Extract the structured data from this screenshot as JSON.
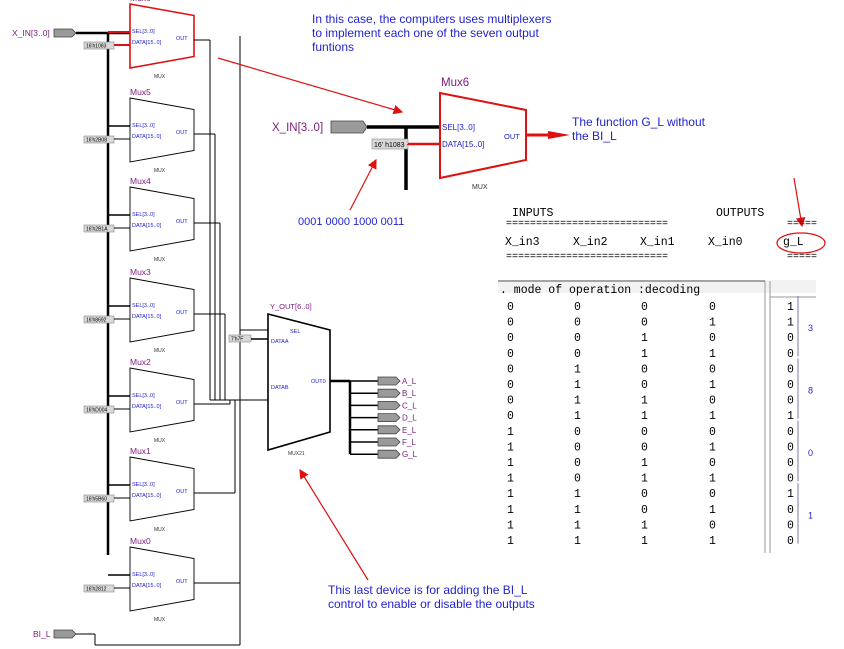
{
  "left_schematic": {
    "input_label": "X_IN[3..0]",
    "bi_label": "BI_L",
    "mux_type_label": "MUX",
    "sel_port": "SEL[3..0]",
    "data_port": "DATA[15..0]",
    "out_port": "OUT",
    "muxes": [
      {
        "name": "Mux6",
        "constant": "16'h1083"
      },
      {
        "name": "Mux5",
        "constant": "16'h2B08"
      },
      {
        "name": "Mux4",
        "constant": "16'h2B1A"
      },
      {
        "name": "Mux3",
        "constant": "16'h8692"
      },
      {
        "name": "Mux2",
        "constant": "16'hD004"
      },
      {
        "name": "Mux1",
        "constant": "16'h5B60"
      },
      {
        "name": "Mux0",
        "constant": "16'h2812"
      }
    ],
    "mux21": {
      "name": "MUX21",
      "bus_label": "Y_OUT[6..0]",
      "sel": "SEL",
      "dataa": "DATAA",
      "datab": "DATAB",
      "out": "OUT0",
      "constant": "7'h7F"
    },
    "outputs": [
      "A_L",
      "B_L",
      "C_L",
      "D_L",
      "E_L",
      "F_L",
      "G_L"
    ]
  },
  "zoom": {
    "name": "Mux6",
    "input_label": "X_IN[3..0]",
    "sel_port": "SEL[3..0]",
    "data_port": "DATA[15..0]",
    "out_port": "OUT",
    "type_label": "MUX",
    "constant": "16' h1083 --",
    "binary_note": "0001 0000 1000 0011",
    "function_note": "The function G_L without the BI_L"
  },
  "annotations": {
    "top_note": "In this case, the computers uses multiplexers to implement each one of the seven output funtions",
    "bottom_note": "This last device is for adding the BI_L control to enable or disable the outputs"
  },
  "truth_table": {
    "inputs_header": "INPUTS",
    "outputs_header": "OUTPUTS",
    "eq_line_inputs": "===========================",
    "eq_line_outputs": "=====",
    "columns": [
      "X_in3",
      "X_in2",
      "X_in1",
      "X_in0",
      "g_L"
    ],
    "mode_line": ". mode of operation :decoding",
    "rows": [
      [
        "0",
        "0",
        "0",
        "0",
        "1"
      ],
      [
        "0",
        "0",
        "0",
        "1",
        "1"
      ],
      [
        "0",
        "0",
        "1",
        "0",
        "0"
      ],
      [
        "0",
        "0",
        "1",
        "1",
        "0"
      ],
      [
        "0",
        "1",
        "0",
        "0",
        "0"
      ],
      [
        "0",
        "1",
        "0",
        "1",
        "0"
      ],
      [
        "0",
        "1",
        "1",
        "0",
        "0"
      ],
      [
        "0",
        "1",
        "1",
        "1",
        "1"
      ],
      [
        "1",
        "0",
        "0",
        "0",
        "0"
      ],
      [
        "1",
        "0",
        "0",
        "1",
        "0"
      ],
      [
        "1",
        "0",
        "1",
        "0",
        "0"
      ],
      [
        "1",
        "0",
        "1",
        "1",
        "0"
      ],
      [
        "1",
        "1",
        "0",
        "0",
        "1"
      ],
      [
        "1",
        "1",
        "0",
        "1",
        "0"
      ],
      [
        "1",
        "1",
        "1",
        "0",
        "0"
      ],
      [
        "1",
        "1",
        "1",
        "1",
        "0"
      ]
    ],
    "hex_groups": [
      "3",
      "8",
      "0",
      "1"
    ]
  },
  "colors": {
    "wire": "#000000",
    "highlight": "#e01010",
    "annotation": "#1f1fcf",
    "label": "#7a1a7a",
    "port": "#1a1acc",
    "pin": "#9a9a9a"
  }
}
